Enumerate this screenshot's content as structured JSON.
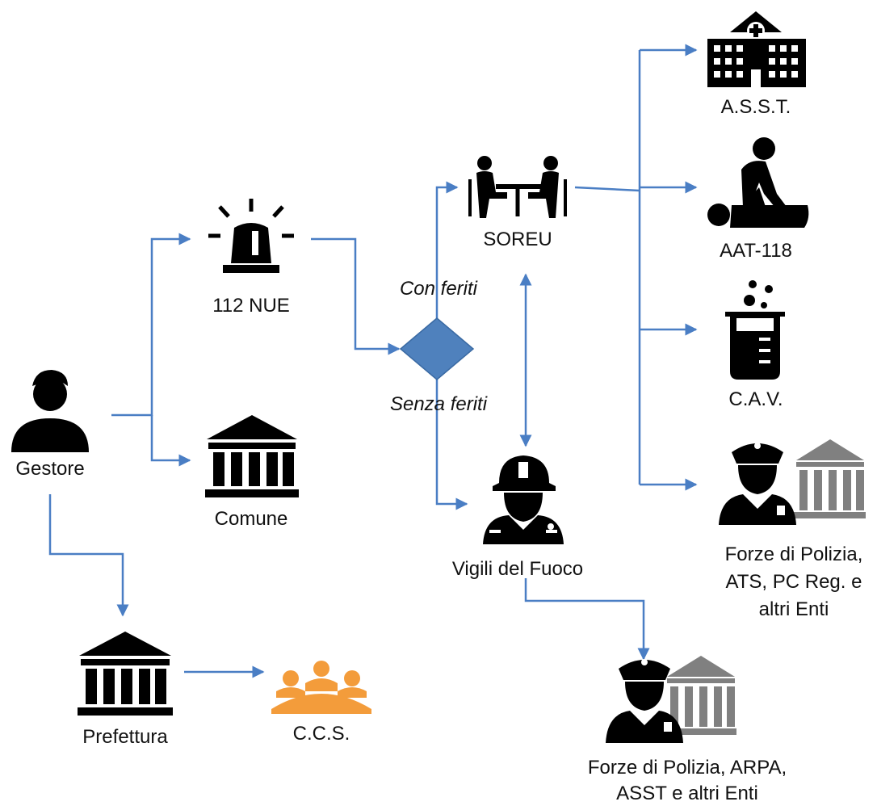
{
  "nodes": {
    "gestore": {
      "label": "Gestore",
      "icon": "person-icon"
    },
    "nue": {
      "label": "112 NUE",
      "icon": "siren-icon"
    },
    "comune": {
      "label": "Comune",
      "icon": "town-hall-icon"
    },
    "prefettura": {
      "label": "Prefettura",
      "icon": "government-building-icon"
    },
    "ccs": {
      "label": "C.C.S.",
      "icon": "group-meeting-icon"
    },
    "soreu": {
      "label": "SOREU",
      "icon": "operators-desk-icon"
    },
    "vigili": {
      "label": "Vigili del Fuoco",
      "icon": "firefighter-icon"
    },
    "asst": {
      "label": "A.S.S.T.",
      "icon": "hospital-icon"
    },
    "aat": {
      "label": "AAT-118",
      "icon": "cpr-icon"
    },
    "cav": {
      "label": "C.A.V.",
      "icon": "beaker-icon"
    },
    "forze_right": {
      "label_lines": [
        "Forze di Polizia,",
        "ATS, PC Reg. e",
        "altri Enti"
      ],
      "icon": "police-officer-building-icon"
    },
    "forze_bottom": {
      "label_lines": [
        "Forze di Polizia, ARPA,",
        "ASST e altri Enti"
      ],
      "icon": "police-officer-building-icon"
    }
  },
  "decision": {
    "label_top": "Con feriti",
    "label_bottom": "Senza feriti",
    "color": "#4f81bd"
  },
  "colors": {
    "arrow": "#4a7ec4",
    "icon": "#000000",
    "ccs_icon": "#f39c3b",
    "building_secondary": "#808080"
  }
}
